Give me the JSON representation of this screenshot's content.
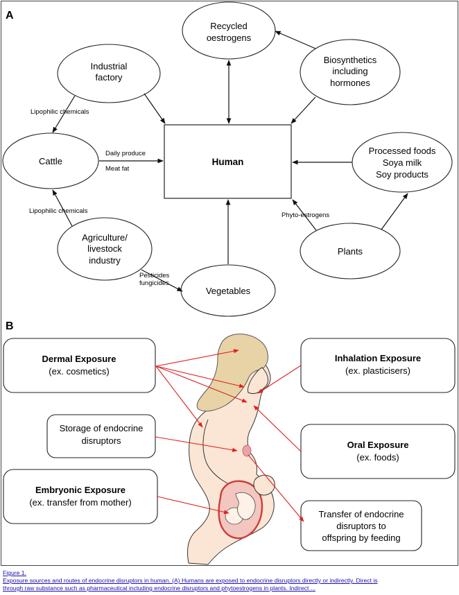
{
  "panel_a": {
    "label": "A",
    "human": "Human",
    "recycled": [
      "Recycled",
      "oestrogens"
    ],
    "industrial": [
      "Industrial",
      "factory"
    ],
    "biosynthetics": [
      "Biosynthetics",
      "including",
      "hormones"
    ],
    "cattle": "Cattle",
    "processed": [
      "Processed foods",
      "Soya milk",
      "Soy products"
    ],
    "agriculture": [
      "Agriculture/",
      "livestock",
      "industry"
    ],
    "plants": "Plants",
    "vegetables": "Vegetables",
    "edge_lipophilic_top": "Lipophilic chemicals",
    "edge_lipophilic_bottom": "Lipophilic chemicals",
    "edge_daily": "Daily produce",
    "edge_meat": "Meat fat",
    "edge_phyto": "Phyto-estrogens",
    "edge_pesticides": [
      "Pesticides",
      "fungicides"
    ]
  },
  "panel_b": {
    "label": "B",
    "dermal": [
      "Dermal Exposure",
      "(ex. cosmetics)"
    ],
    "inhalation": [
      "Inhalation Exposure",
      "(ex. plasticisers)"
    ],
    "storage": [
      "Storage of endocrine",
      "disruptors"
    ],
    "oral": [
      "Oral Exposure",
      "(ex. foods)"
    ],
    "embryonic": [
      "Embryonic Exposure",
      "(ex. transfer from mother)"
    ],
    "transfer": [
      "Transfer of endocrine",
      "disruptors to",
      "offspring by feeding"
    ]
  },
  "caption": {
    "figure_link": "Figure 1.",
    "line1": "Exposure sources and routes of endocrine disruptors in human. (A) Humans are exposed to endocrine disruptors directly or indirectly. Direct is",
    "line2": "through raw substance such as pharmaceutical including endocrine disruptors and phytoestrogens in plants. Indirect ..."
  },
  "colors": {
    "arrow_a": "#111111",
    "arrow_b": "#e02020",
    "skin": "#fbe6d5",
    "hair": "#e8d3a6",
    "nipple": "#e9a3a8",
    "womb": "#cf3b3b"
  }
}
